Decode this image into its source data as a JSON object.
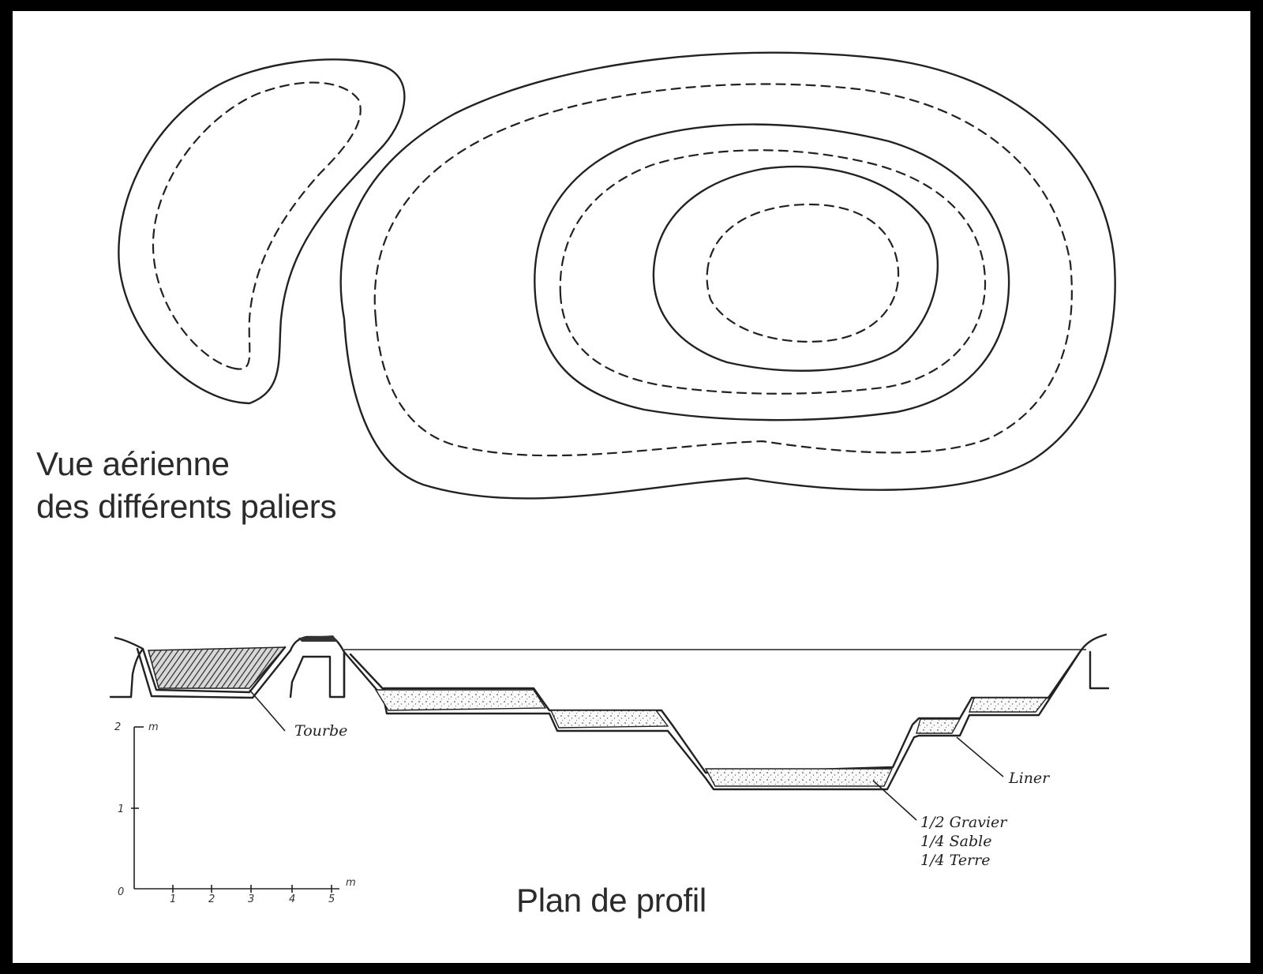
{
  "captions": {
    "aerial": [
      "Vue aérienne",
      "des différents paliers"
    ],
    "profile": "Plan de profil"
  },
  "labels": {
    "tourbe": "Tourbe",
    "liner": "Liner",
    "mix": [
      "1/2 Gravier",
      "1/4 Sable",
      "1/4 Terre"
    ]
  },
  "scale": {
    "y_ticks": [
      "0",
      "1",
      "2"
    ],
    "y_unit": "m",
    "x_ticks": [
      "1",
      "2",
      "3",
      "4",
      "5"
    ],
    "x_unit": "m"
  },
  "colors": {
    "ink": "#222222",
    "background": "#ffffff",
    "frame": "#000000"
  }
}
